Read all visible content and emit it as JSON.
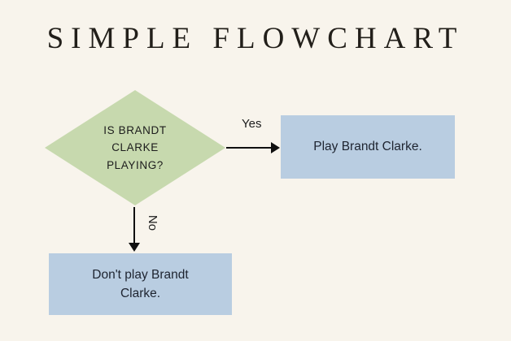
{
  "title": "SIMPLE FLOWCHART",
  "diagram": {
    "type": "flowchart",
    "decision": {
      "label": "IS BRANDT CLARKE PLAYING?",
      "shape": "diamond"
    },
    "branches": {
      "yes": {
        "label": "Yes",
        "result": "Play Brandt Clarke."
      },
      "no": {
        "label": "No",
        "result": "Don't play Brandt Clarke."
      }
    }
  },
  "colors": {
    "background": "#f8f4ec",
    "diamond_fill": "#c7d9ae",
    "box_fill": "#b9cde1",
    "arrow": "#101010",
    "text": "#1c1c1c"
  }
}
